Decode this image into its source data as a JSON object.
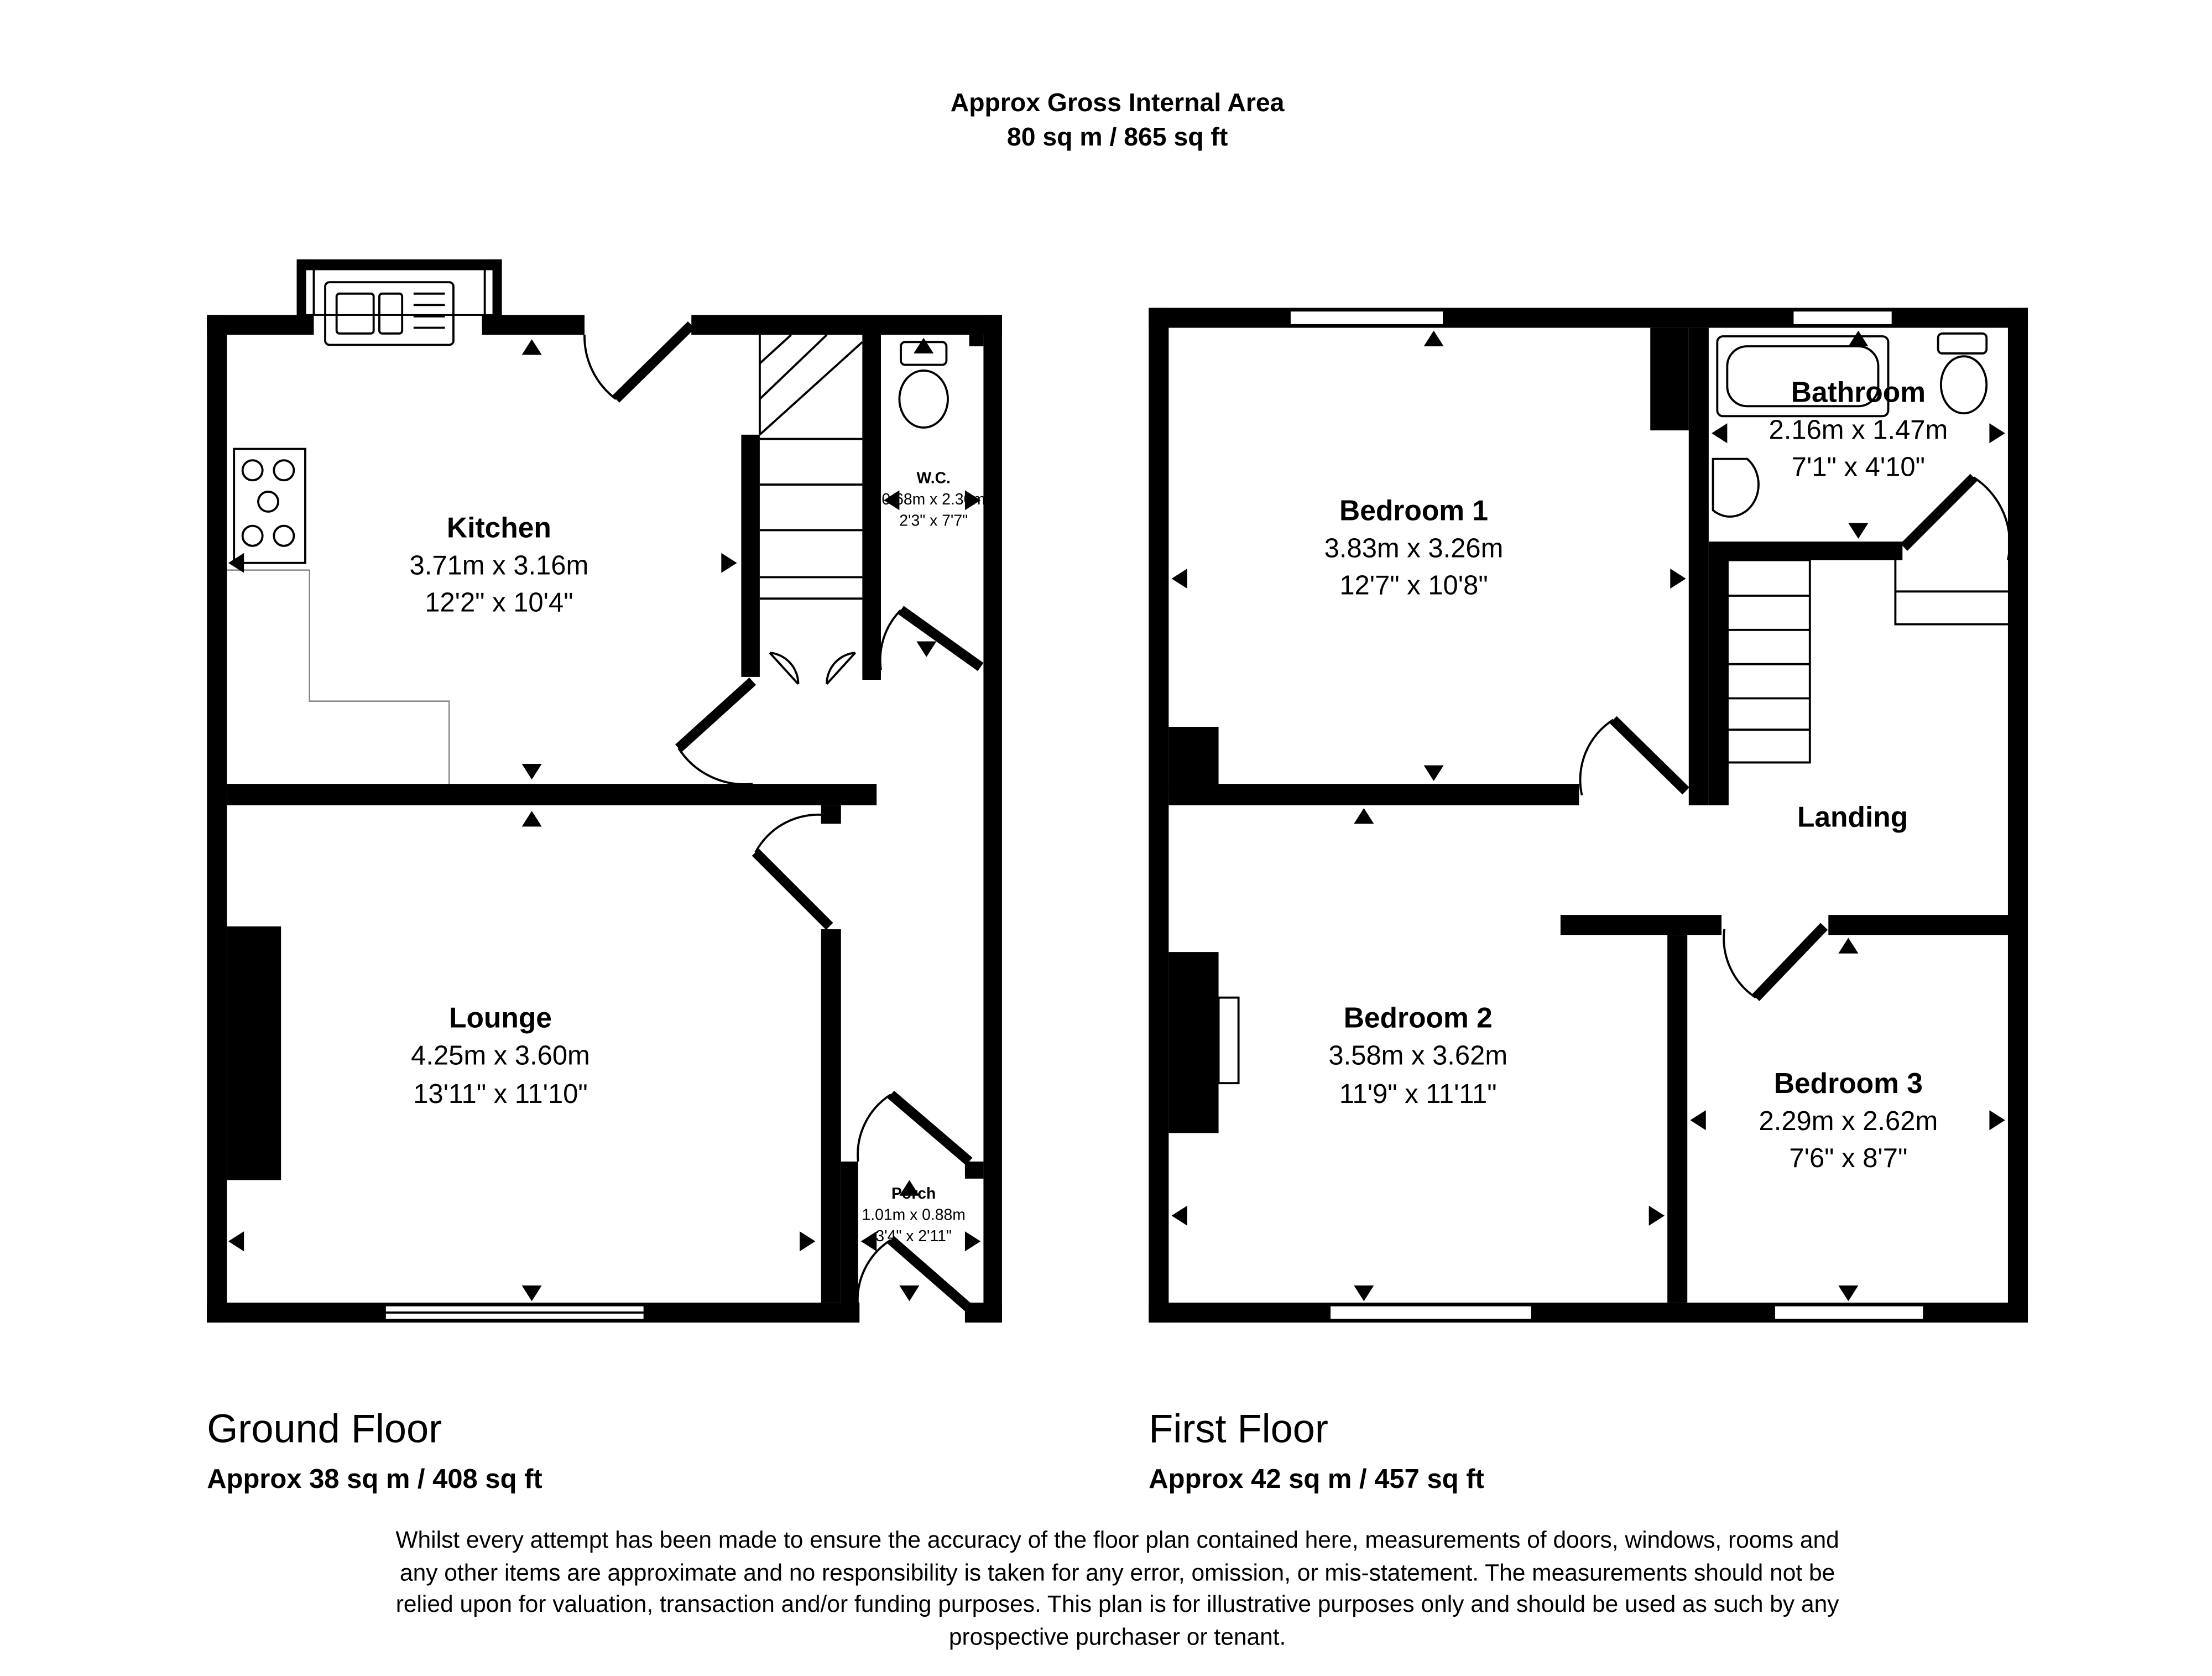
{
  "header": {
    "title": "Approx Gross Internal Area",
    "area": "80 sq m / 865 sq ft"
  },
  "ground_floor": {
    "name": "Ground Floor",
    "area": "Approx 38 sq m / 408 sq ft",
    "rooms": [
      {
        "name": "Kitchen",
        "metric": "3.71m x 3.16m",
        "imperial": "12'2\" x 10'4\""
      },
      {
        "name": "Lounge",
        "metric": "4.25m x 3.60m",
        "imperial": "13'11\" x 11'10\""
      },
      {
        "name": "W.C.",
        "metric": "0.68m x 2.30m",
        "imperial": "2'3\" x 7'7\""
      },
      {
        "name": "Porch",
        "metric": "1.01m x 0.88m",
        "imperial": "3'4\" x 2'11\""
      }
    ]
  },
  "first_floor": {
    "name": "First Floor",
    "area": "Approx 42 sq m / 457 sq ft",
    "rooms": [
      {
        "name": "Bedroom 1",
        "metric": "3.83m x 3.26m",
        "imperial": "12'7\" x 10'8\""
      },
      {
        "name": "Bathroom",
        "metric": "2.16m x 1.47m",
        "imperial": "7'1\" x 4'10\""
      },
      {
        "name": "Landing"
      },
      {
        "name": "Bedroom 2",
        "metric": "3.58m x 3.62m",
        "imperial": "11'9\" x 11'11\""
      },
      {
        "name": "Bedroom 3",
        "metric": "2.29m x 2.62m",
        "imperial": "7'6\" x 8'7\""
      }
    ]
  },
  "disclaimer": [
    "Whilst every attempt has been made to ensure the accuracy of the floor plan contained here, measurements of doors, windows, rooms and",
    "any other items are approximate and no responsibility is taken for any error, omission, or mis-statement. The measurements should not be",
    "relied upon for valuation, transaction and/or funding purposes. This plan is for illustrative purposes only and should be used as such by any",
    "prospective purchaser or tenant."
  ]
}
